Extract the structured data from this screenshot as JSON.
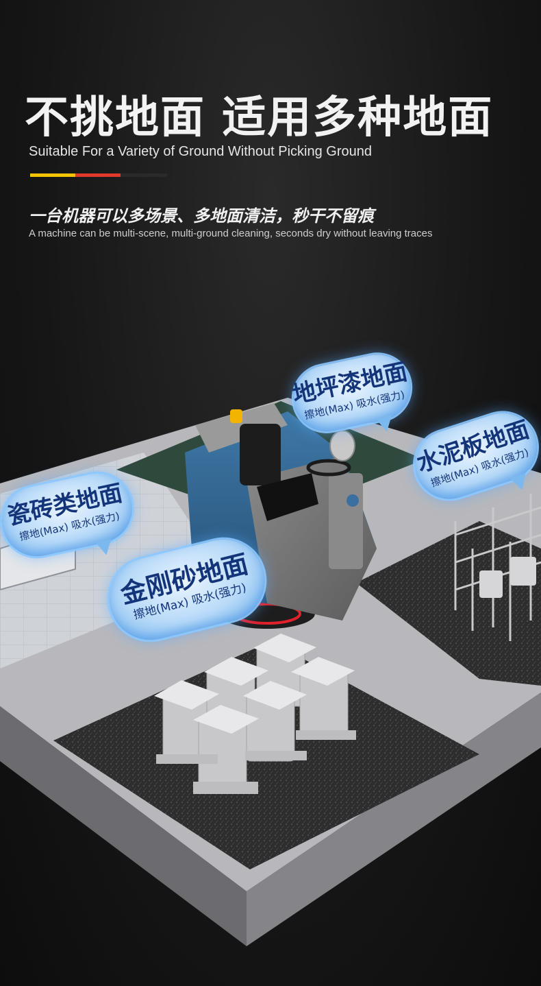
{
  "header": {
    "title": "不挑地面 适用多种地面",
    "subtitle_en": "Suitable For a Variety of Ground Without Picking Ground",
    "accent_colors": [
      "#f5c400",
      "#e23a2a",
      "#2a2a2a"
    ]
  },
  "intro": {
    "text_cn": "一台机器可以多场景、多地面清洁，秒干不留痕",
    "text_en": "A machine can be multi-scene, multi-ground cleaning, seconds dry without leaving traces"
  },
  "bubbles": [
    {
      "id": "epoxy",
      "title": "地坪漆地面",
      "sub": "擦地(Max)  吸水(强力)"
    },
    {
      "id": "concrete",
      "title": "水泥板地面",
      "sub": "擦地(Max)  吸水(强力)"
    },
    {
      "id": "tile",
      "title": "瓷砖类地面",
      "sub": "擦地(Max)  吸水(强力)"
    },
    {
      "id": "emery",
      "title": "金刚砂地面",
      "sub": "擦地(Max)  吸水(强力)"
    }
  ]
}
